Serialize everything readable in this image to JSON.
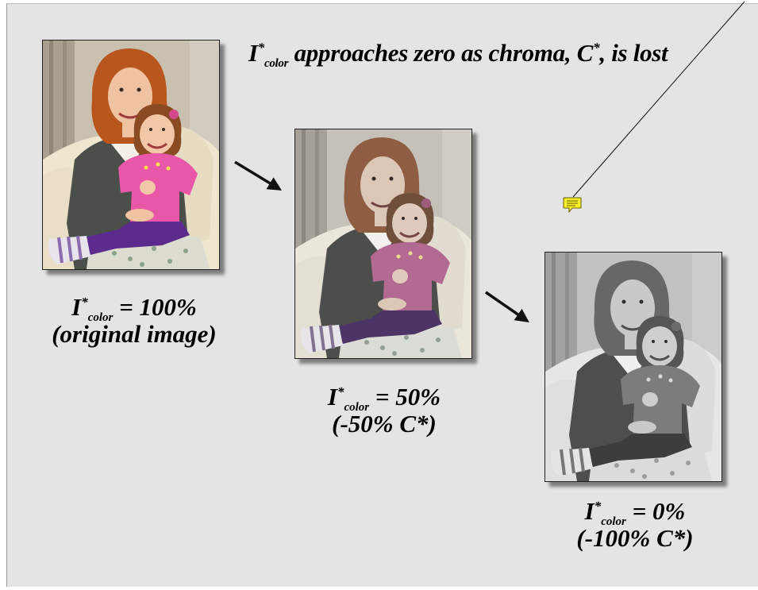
{
  "headline": {
    "symbol": "I",
    "star": "*",
    "subscript": "color",
    "rest": " approaches zero as chroma, C",
    "star2": "*",
    "rest2": ", is lost"
  },
  "captions": [
    {
      "symbol": "I",
      "star": "*",
      "subscript": "color",
      "line1_rest": " = 100%",
      "line2": "(original image)"
    },
    {
      "symbol": "I",
      "star": "*",
      "subscript": "color",
      "line1_rest": " = 50%",
      "line2": "(-50% C*)"
    },
    {
      "symbol": "I",
      "star": "*",
      "subscript": "color",
      "line1_rest": " = 0%",
      "line2": "(-100% C*)"
    }
  ],
  "photos": [
    {
      "description": "Mother and daughter portrait in full color",
      "saturation": 1.0
    },
    {
      "description": "Mother and daughter portrait at reduced chroma",
      "saturation": 0.5
    },
    {
      "description": "Mother and daughter portrait in grayscale",
      "saturation": 0.0
    }
  ],
  "icons": {
    "note": "comment-note-icon",
    "arrow": "arrow-right-down-icon"
  },
  "colors": {
    "background": "#e4e4e4",
    "note": "#f7ee2c",
    "text": "#000000"
  }
}
